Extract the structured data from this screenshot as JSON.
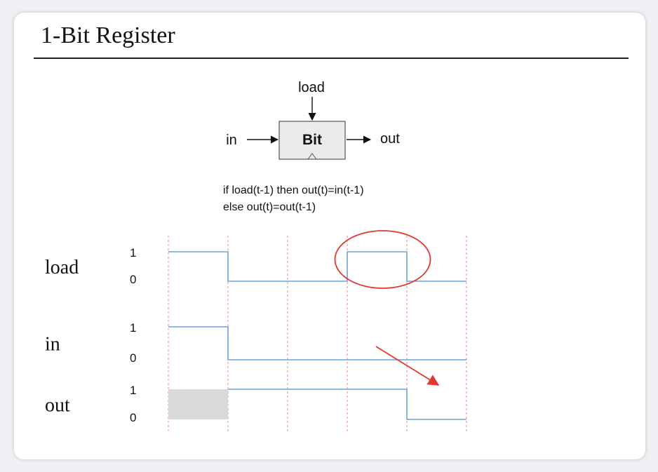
{
  "slide": {
    "title": "1-Bit Register"
  },
  "chip": {
    "name": "Bit",
    "input_label": "in",
    "output_label": "out",
    "control_label": "load"
  },
  "spec": {
    "line1": "if load(t-1) then out(t)=in(t-1)",
    "line2": "else out(t)=out(t-1)"
  },
  "timing": {
    "signals": [
      {
        "name": "load",
        "high_label": "1",
        "low_label": "0",
        "values": [
          1,
          0,
          0,
          1,
          0
        ]
      },
      {
        "name": "in",
        "high_label": "1",
        "low_label": "0",
        "values": [
          1,
          0,
          0,
          0,
          0
        ]
      },
      {
        "name": "out",
        "high_label": "1",
        "low_label": "0",
        "values": [
          null,
          1,
          1,
          1,
          0
        ]
      }
    ],
    "cycles": 5,
    "annotations": {
      "circled_cycle": 4,
      "arrow_color": "#e03a2f",
      "circle_color": "#e03a2f"
    }
  },
  "colors": {
    "waveform": "#6aa3d9",
    "clock_line": "#e88a8a",
    "undefined_fill": "#d9d9d9",
    "title_rule": "#222222"
  }
}
